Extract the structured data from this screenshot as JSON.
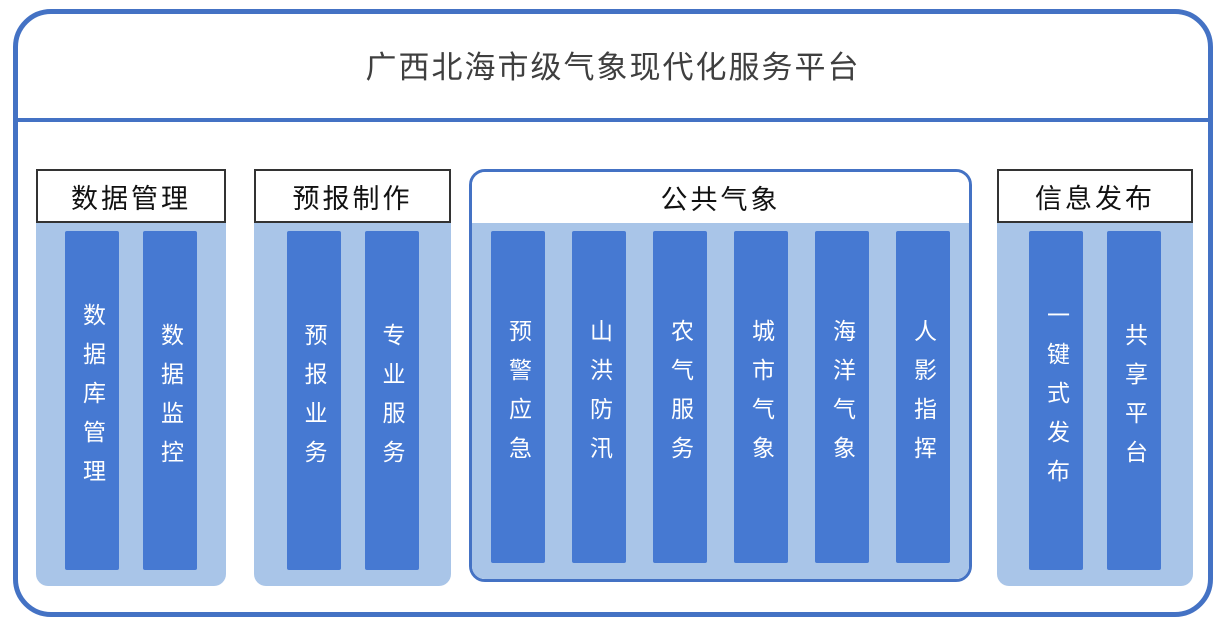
{
  "header": {
    "title": "广西北海市级气象现代化服务平台"
  },
  "groups": [
    {
      "title": "数据管理",
      "items": [
        "数据库管理",
        "数据监控"
      ]
    },
    {
      "title": "预报制作",
      "items": [
        "预报业务",
        "专业服务"
      ]
    },
    {
      "title": "公共气象",
      "items": [
        "预警应急",
        "山洪防汛",
        "农气服务",
        "城市气象",
        "海洋气象",
        "人影指挥"
      ]
    },
    {
      "title": "信息发布",
      "items": [
        "一键式发布",
        "共享平台"
      ]
    }
  ],
  "colors": {
    "accent": "#4472C4",
    "light": "#A9C5E8",
    "bar": "#4679D2"
  }
}
